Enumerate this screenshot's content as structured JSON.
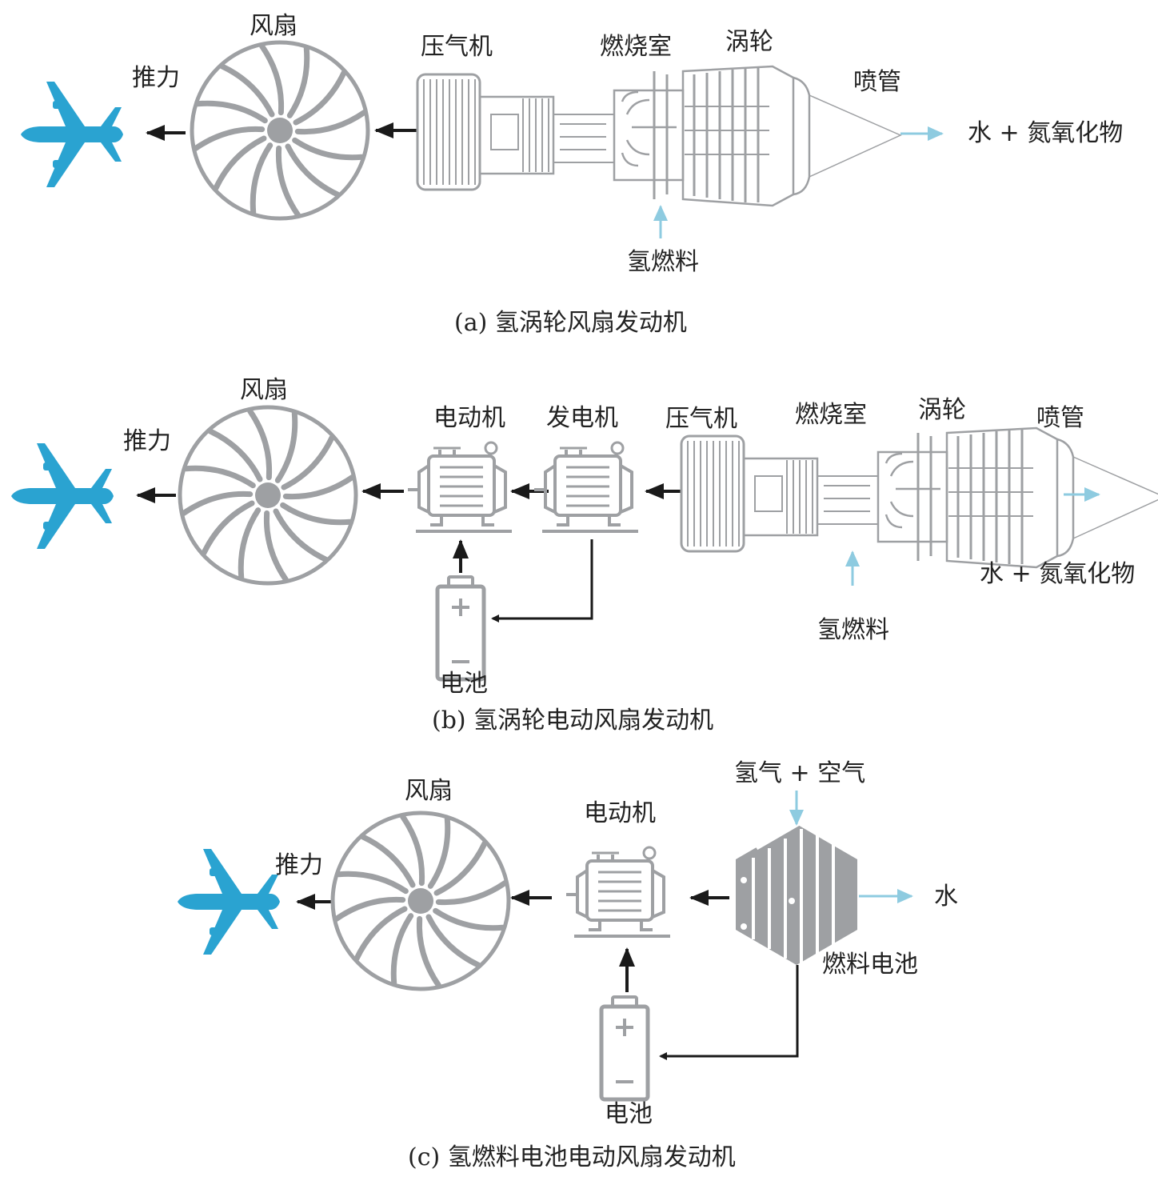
{
  "panel_a": {
    "caption": "(a) 氢涡轮风扇发动机",
    "thrust": "推力",
    "fan": "风扇",
    "compressor": "压气机",
    "combustor": "燃烧室",
    "turbine": "涡轮",
    "nozzle": "喷管",
    "exhaust": "水 + 氮氧化物",
    "fuel": "氢燃料"
  },
  "panel_b": {
    "caption": "(b) 氢涡轮电动风扇发动机",
    "thrust": "推力",
    "fan": "风扇",
    "motor": "电动机",
    "generator": "发电机",
    "compressor": "压气机",
    "combustor": "燃烧室",
    "turbine": "涡轮",
    "nozzle": "喷管",
    "exhaust": "水 + 氮氧化物",
    "fuel": "氢燃料",
    "battery": "电池"
  },
  "panel_c": {
    "caption": "(c) 氢燃料电池电动风扇发动机",
    "thrust": "推力",
    "fan": "风扇",
    "motor": "电动机",
    "inputs": "氢气 + 空气",
    "water": "水",
    "fuel_cell": "燃料电池",
    "battery": "电池"
  },
  "colors": {
    "plane": "#2aa3d1",
    "component_gray": "#9ea0a3",
    "arrow_black": "#1a1a1a",
    "flow_blue": "#8ecbe0"
  },
  "icons": [
    "airplane-icon",
    "fan-icon",
    "turbine-engine-icon",
    "electric-motor-icon",
    "battery-icon",
    "fuel-cell-stack-icon"
  ]
}
